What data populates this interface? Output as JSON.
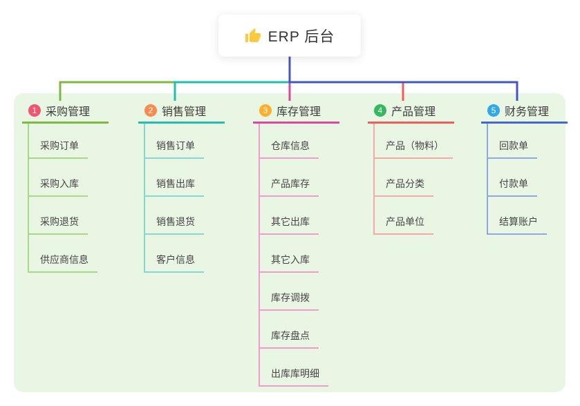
{
  "root": {
    "icon": "thumbs-up-icon",
    "icon_color": "#FFC83D",
    "title": "ERP 后台"
  },
  "connectors": {
    "stem_color": "#4353C8",
    "bus_left_color": "#7CB93F",
    "bus_mid_color": "#1FBFB2",
    "bus_right_color": "#4353C8",
    "drop_colors": [
      "#7CB93F",
      "#1FBFB2",
      "#DF459C",
      "#F25B5B",
      "#4353C8"
    ]
  },
  "panel": {
    "background": "#EAF6E4"
  },
  "branches": [
    {
      "index": "1",
      "title": "采购管理",
      "badge_color": "#F2566C",
      "line_color": "#7CB93F",
      "sub_line_color": "#A9D688",
      "items": [
        "采购订单",
        "采购入库",
        "采购退货",
        "供应商信息"
      ]
    },
    {
      "index": "2",
      "title": "销售管理",
      "badge_color": "#F98B4E",
      "line_color": "#1FBFB2",
      "sub_line_color": "#84D8D0",
      "items": [
        "销售订单",
        "销售出库",
        "销售退货",
        "客户信息"
      ]
    },
    {
      "index": "3",
      "title": "库存管理",
      "badge_color": "#FDAF2C",
      "line_color": "#DF459C",
      "sub_line_color": "#EE9CCA",
      "items": [
        "仓库信息",
        "产品库存",
        "其它出库",
        "其它入库",
        "库存调拨",
        "库存盘点",
        "出库库明细"
      ]
    },
    {
      "index": "4",
      "title": "产品管理",
      "badge_color": "#35B960",
      "line_color": "#F25B5B",
      "sub_line_color": "#F8A7A7",
      "items": [
        "产品（物料）",
        "产品分类",
        "产品单位"
      ]
    },
    {
      "index": "5",
      "title": "财务管理",
      "badge_color": "#2FA9E8",
      "line_color": "#3F68D5",
      "sub_line_color": "#90A8E0",
      "items": [
        "回款单",
        "付款单",
        "结算账户"
      ]
    }
  ]
}
